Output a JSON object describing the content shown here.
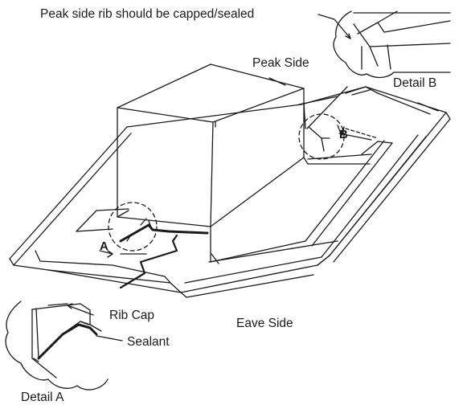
{
  "labels": {
    "note": "Peak side rib should be capped/sealed",
    "peak_side": "Peak Side",
    "eave_side": "Eave Side",
    "detail_a": "Detail A",
    "detail_b": "Detail B",
    "rib_cap": "Rib Cap",
    "sealant": "Sealant",
    "marker_a": "A",
    "marker_b": "B"
  },
  "colors": {
    "line": "#1a1a1a",
    "background": "#ffffff"
  }
}
